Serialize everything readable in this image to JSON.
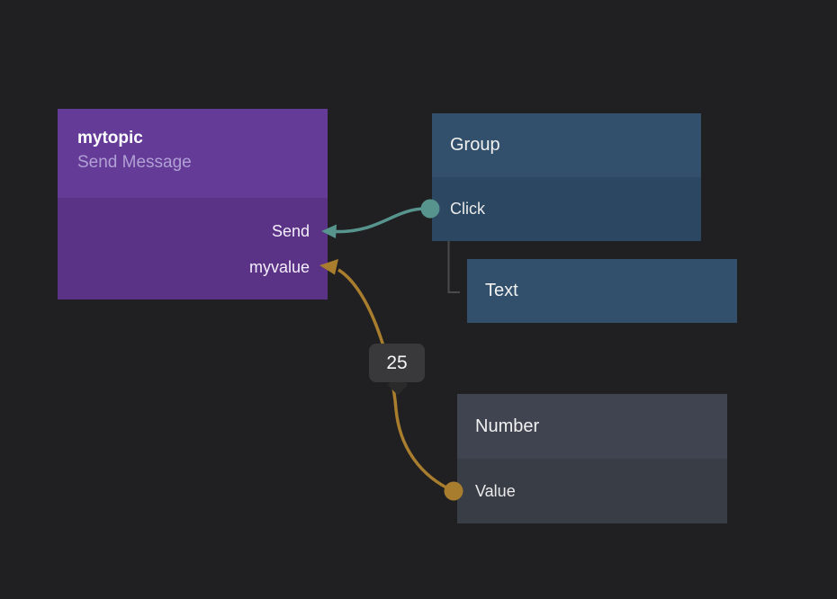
{
  "app": {
    "type": "node-flow-editor-canvas",
    "background": "#202022"
  },
  "nodes": {
    "mytopic": {
      "title": "mytopic",
      "subtitle": "Send Message",
      "header_bg": "#653b98",
      "body_bg": "#5a3386",
      "title_color": "#ffffff",
      "subtitle_color": "#b1a0d4",
      "ports": [
        "Send",
        "myvalue"
      ],
      "port_side": "output-left-arrow"
    },
    "group": {
      "title": "Group",
      "header_bg": "#32506b",
      "body_bg": "#2c4761",
      "ports": [
        "Click"
      ]
    },
    "text": {
      "title": "Text",
      "bg": "#32506b",
      "parent": "Group"
    },
    "number": {
      "title": "Number",
      "header_bg": "#3f4450",
      "body_bg": "#393d46",
      "ports": [
        "Value"
      ]
    }
  },
  "wires": {
    "click_to_send": {
      "color": "#57948d",
      "from": "Group.Click",
      "to": "mytopic.Send"
    },
    "value_to_myvalue": {
      "color": "#a87d2e",
      "from": "Number.Value",
      "to": "mytopic.myvalue",
      "value": "25"
    }
  },
  "badge": {
    "text": "25",
    "bg": "#39393b",
    "pointer_bg": "#2a2a2b",
    "text_color": "#f5f5f5"
  },
  "tree_connector": {
    "color": "#4a4a4a",
    "links": "Group -> Text"
  }
}
